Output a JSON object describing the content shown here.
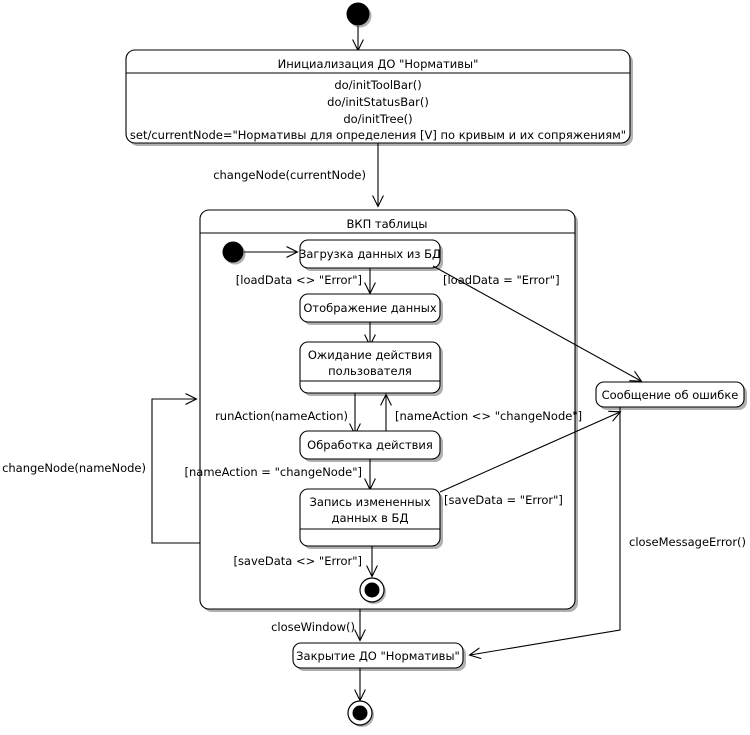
{
  "diagram": {
    "type": "uml-state-machine",
    "title": "",
    "language": "ru"
  },
  "nodes": {
    "start_initial": {
      "kind": "initial-state",
      "label": ""
    },
    "init_state": {
      "kind": "state",
      "name": "Инициализация ДО \"Нормативы\"",
      "actions": [
        "do/initToolBar()",
        "do/initStatusBar()",
        "do/initTree()",
        "set/currentNode=\"Нормативы для определения [V] по кривым и их сопряжениям\""
      ]
    },
    "composite": {
      "kind": "composite-state",
      "name": "ВКП таблицы"
    },
    "inner_initial": {
      "kind": "initial-state",
      "label": ""
    },
    "load_data": {
      "kind": "state",
      "name": "Загрузка данных из БД"
    },
    "show_data": {
      "kind": "state",
      "name": "Отображение данных"
    },
    "wait_action": {
      "kind": "state",
      "name_line1": "Ожидание действия",
      "name_line2": "пользователя"
    },
    "process_action": {
      "kind": "state",
      "name": "Обработка действия"
    },
    "save_data": {
      "kind": "state",
      "name_line1": "Запись измененных",
      "name_line2": "данных в БД"
    },
    "inner_final": {
      "kind": "final-state",
      "label": ""
    },
    "error_message": {
      "kind": "state",
      "name": "Сообщение об ошибке"
    },
    "close_state": {
      "kind": "state",
      "name": "Закрытие ДО \"Нормативы\""
    },
    "final_state": {
      "kind": "final-state",
      "label": ""
    }
  },
  "transitions": [
    {
      "id": "t1",
      "from": "start_initial",
      "to": "init_state",
      "label": ""
    },
    {
      "id": "t2",
      "from": "init_state",
      "to": "composite",
      "label": "changeNode(currentNode)"
    },
    {
      "id": "t3",
      "from": "inner_initial",
      "to": "load_data",
      "label": ""
    },
    {
      "id": "t4",
      "from": "load_data",
      "to": "show_data",
      "label": "[loadData <> \"Error\"]"
    },
    {
      "id": "t5",
      "from": "load_data",
      "to": "error_message",
      "label": "[loadData = \"Error\"]"
    },
    {
      "id": "t6",
      "from": "show_data",
      "to": "wait_action",
      "label": ""
    },
    {
      "id": "t7",
      "from": "wait_action",
      "to": "process_action",
      "label": "runAction(nameAction)"
    },
    {
      "id": "t8",
      "from": "process_action",
      "to": "wait_action",
      "label": "[nameAction <> \"changeNode\"]"
    },
    {
      "id": "t9",
      "from": "process_action",
      "to": "save_data",
      "label": "[nameAction = \"changeNode\"]"
    },
    {
      "id": "t10",
      "from": "save_data",
      "to": "error_message",
      "label": "[saveData = \"Error\"]"
    },
    {
      "id": "t11",
      "from": "save_data",
      "to": "inner_final",
      "label": "[saveData <> \"Error\"]"
    },
    {
      "id": "t12",
      "from": "composite",
      "to": "composite",
      "label": "changeNode(nameNode)"
    },
    {
      "id": "t13",
      "from": "composite",
      "to": "close_state",
      "label": "closeWindow()"
    },
    {
      "id": "t14",
      "from": "error_message",
      "to": "close_state",
      "label": "closeMessageError()"
    },
    {
      "id": "t15",
      "from": "close_state",
      "to": "final_state",
      "label": ""
    }
  ],
  "colors": {
    "background": "#ffffff",
    "stroke": "#000000",
    "fill": "#ffffff",
    "shadow": "#b0b0b0"
  }
}
